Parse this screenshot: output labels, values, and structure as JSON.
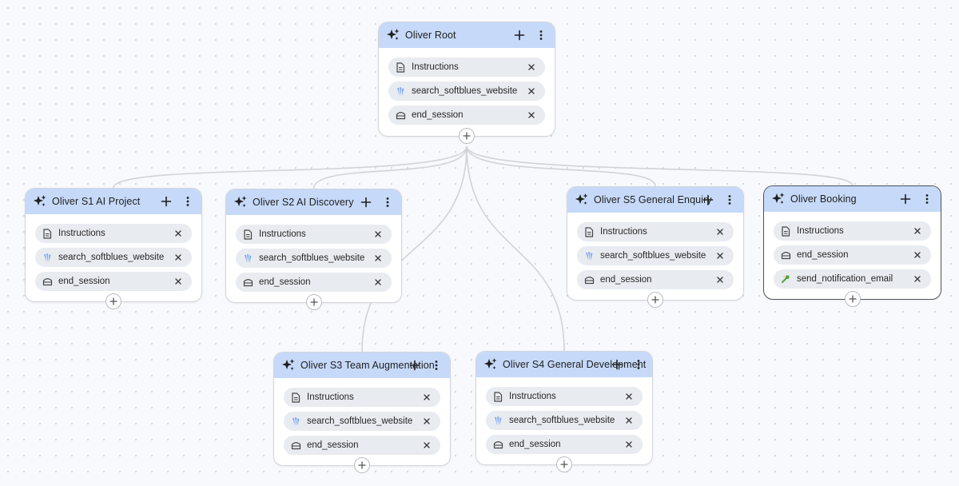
{
  "canvas": {
    "nodes": [
      {
        "id": "root",
        "title": "Oliver Root",
        "selected": false,
        "items": [
          {
            "label": "Instructions",
            "icon": "document-icon"
          },
          {
            "label": "search_softblues_website",
            "icon": "datastore-icon"
          },
          {
            "label": "end_session",
            "icon": "toolbox-icon"
          }
        ]
      },
      {
        "id": "s1",
        "title": "Oliver S1 AI Project",
        "selected": false,
        "items": [
          {
            "label": "Instructions",
            "icon": "document-icon"
          },
          {
            "label": "search_softblues_website",
            "icon": "datastore-icon"
          },
          {
            "label": "end_session",
            "icon": "toolbox-icon"
          }
        ]
      },
      {
        "id": "s2",
        "title": "Oliver S2 AI Discovery",
        "selected": false,
        "items": [
          {
            "label": "Instructions",
            "icon": "document-icon"
          },
          {
            "label": "search_softblues_website",
            "icon": "datastore-icon"
          },
          {
            "label": "end_session",
            "icon": "toolbox-icon"
          }
        ]
      },
      {
        "id": "s5",
        "title": "Oliver S5 General Enquiry",
        "selected": false,
        "items": [
          {
            "label": "Instructions",
            "icon": "document-icon"
          },
          {
            "label": "search_softblues_website",
            "icon": "datastore-icon"
          },
          {
            "label": "end_session",
            "icon": "toolbox-icon"
          }
        ]
      },
      {
        "id": "booking",
        "title": "Oliver Booking",
        "selected": true,
        "items": [
          {
            "label": "Instructions",
            "icon": "document-icon"
          },
          {
            "label": "end_session",
            "icon": "toolbox-icon"
          },
          {
            "label": "send_notification_email",
            "icon": "wrench-icon"
          }
        ]
      },
      {
        "id": "s3",
        "title": "Oliver S3 Team Augmentation",
        "selected": false,
        "items": [
          {
            "label": "Instructions",
            "icon": "document-icon"
          },
          {
            "label": "search_softblues_website",
            "icon": "datastore-icon"
          },
          {
            "label": "end_session",
            "icon": "toolbox-icon"
          }
        ]
      },
      {
        "id": "s4",
        "title": "Oliver S4 General Development",
        "selected": false,
        "items": [
          {
            "label": "Instructions",
            "icon": "document-icon"
          },
          {
            "label": "search_softblues_website",
            "icon": "datastore-icon"
          },
          {
            "label": "end_session",
            "icon": "toolbox-icon"
          }
        ]
      }
    ],
    "edges": [
      {
        "from": "root",
        "to": "s1"
      },
      {
        "from": "root",
        "to": "s2"
      },
      {
        "from": "root",
        "to": "s3"
      },
      {
        "from": "root",
        "to": "s4"
      },
      {
        "from": "root",
        "to": "s5"
      },
      {
        "from": "root",
        "to": "booking"
      }
    ]
  },
  "colors": {
    "header": "#c6d9f8",
    "pill": "#e8ebf0",
    "datastore_icon": "#7fa8ee",
    "wrench_icon": "#5a9e3a",
    "edge": "#d0d3d9"
  }
}
